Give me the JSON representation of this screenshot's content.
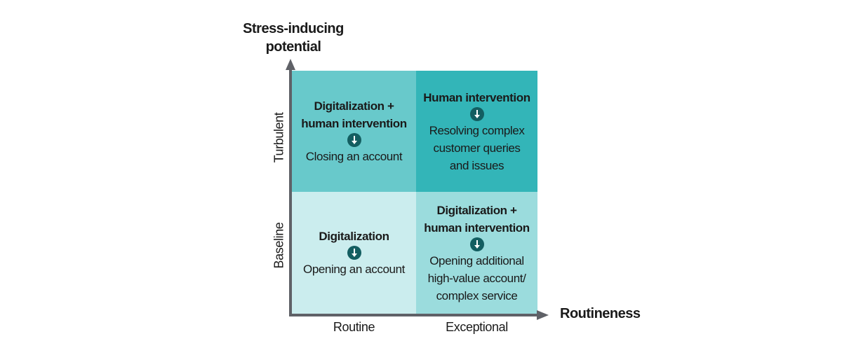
{
  "axes": {
    "y_title_line1": "Stress-inducing",
    "y_title_line2": "potential",
    "x_title": "Routineness",
    "y_ticks": [
      "Turbulent",
      "Baseline"
    ],
    "x_ticks": [
      "Routine",
      "Exceptional"
    ]
  },
  "quadrants": {
    "top_left": {
      "title_line1": "Digitalization +",
      "title_line2": "human intervention",
      "icon": "arrow-down-circle-icon",
      "desc_line1": "Closing an account",
      "color": "#68c9cb"
    },
    "top_right": {
      "title_line1": "Human intervention",
      "icon": "arrow-down-circle-icon",
      "desc_line1": "Resolving complex",
      "desc_line2": "customer queries",
      "desc_line3": "and issues",
      "color": "#33b5b8"
    },
    "bottom_left": {
      "title_line1": "Digitalization",
      "icon": "arrow-down-circle-icon",
      "desc_line1": "Opening an account",
      "color": "#cbedee"
    },
    "bottom_right": {
      "title_line1": "Digitalization +",
      "title_line2": "human intervention",
      "icon": "arrow-down-circle-icon",
      "desc_line1": "Opening additional",
      "desc_line2": "high-value account/",
      "desc_line3": "complex service",
      "color": "#9bdcdd"
    }
  },
  "colors": {
    "axis": "#5f6167",
    "icon_bg": "#135e61"
  }
}
